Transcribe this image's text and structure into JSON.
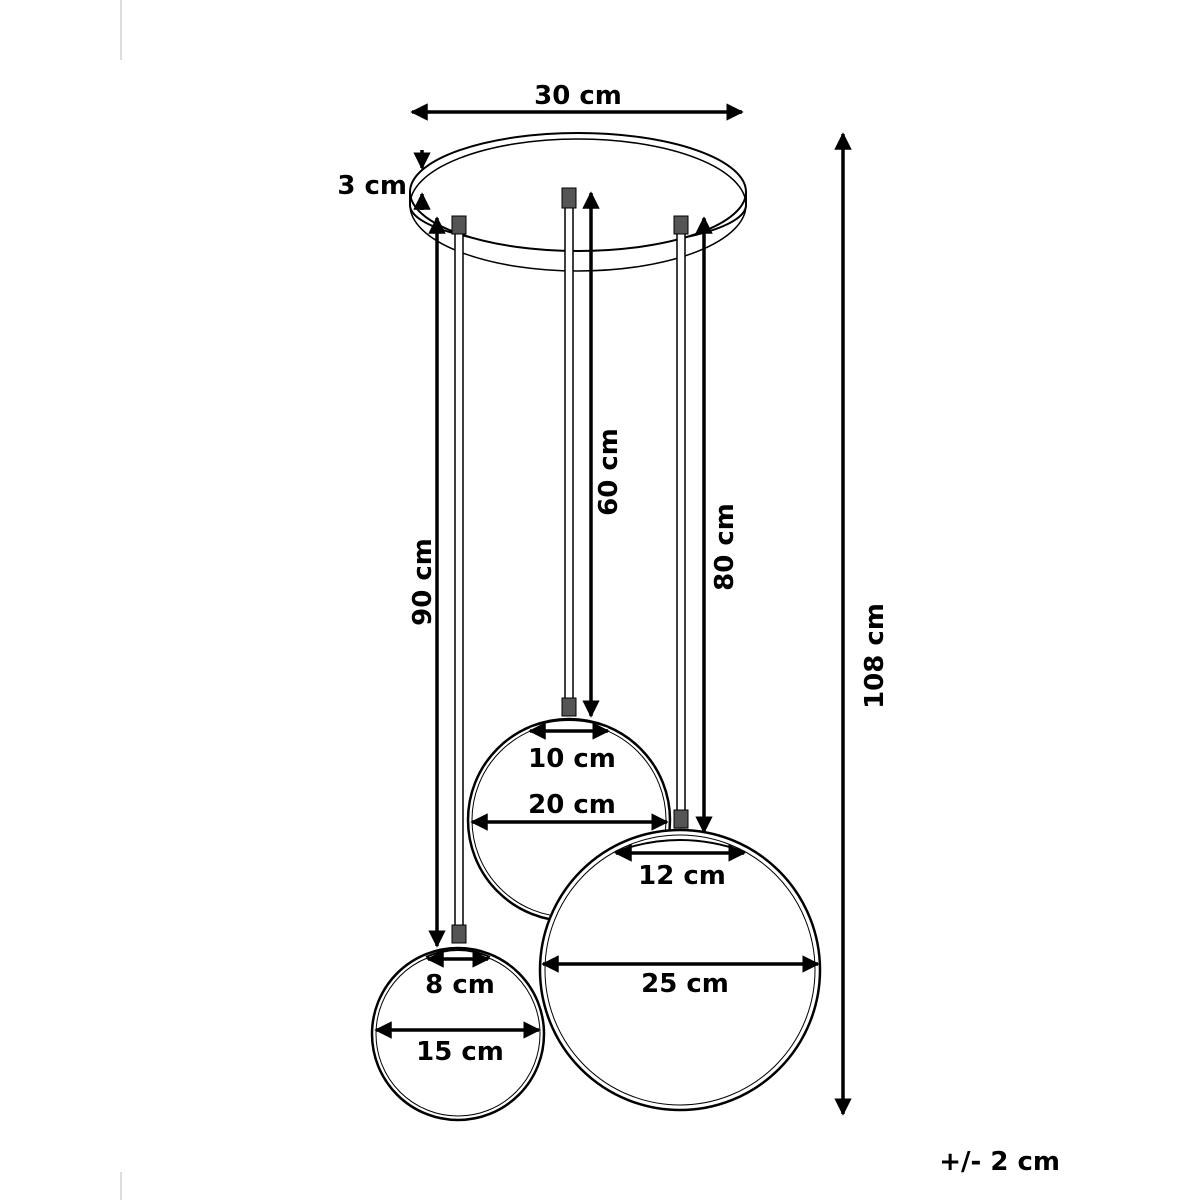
{
  "colors": {
    "line": "#000000",
    "fill": "#ffffff"
  },
  "dimensions": {
    "canopy_width": "30 cm",
    "canopy_height": "3 cm",
    "cord_left": "90 cm",
    "cord_middle": "60 cm",
    "cord_right": "80 cm",
    "total_height": "108 cm",
    "small_globe_opening": "8 cm",
    "small_globe_diameter": "15 cm",
    "medium_globe_opening": "10 cm",
    "medium_globe_diameter": "20 cm",
    "large_globe_opening": "12 cm",
    "large_globe_diameter": "25 cm"
  },
  "tolerance": "+/- 2 cm"
}
